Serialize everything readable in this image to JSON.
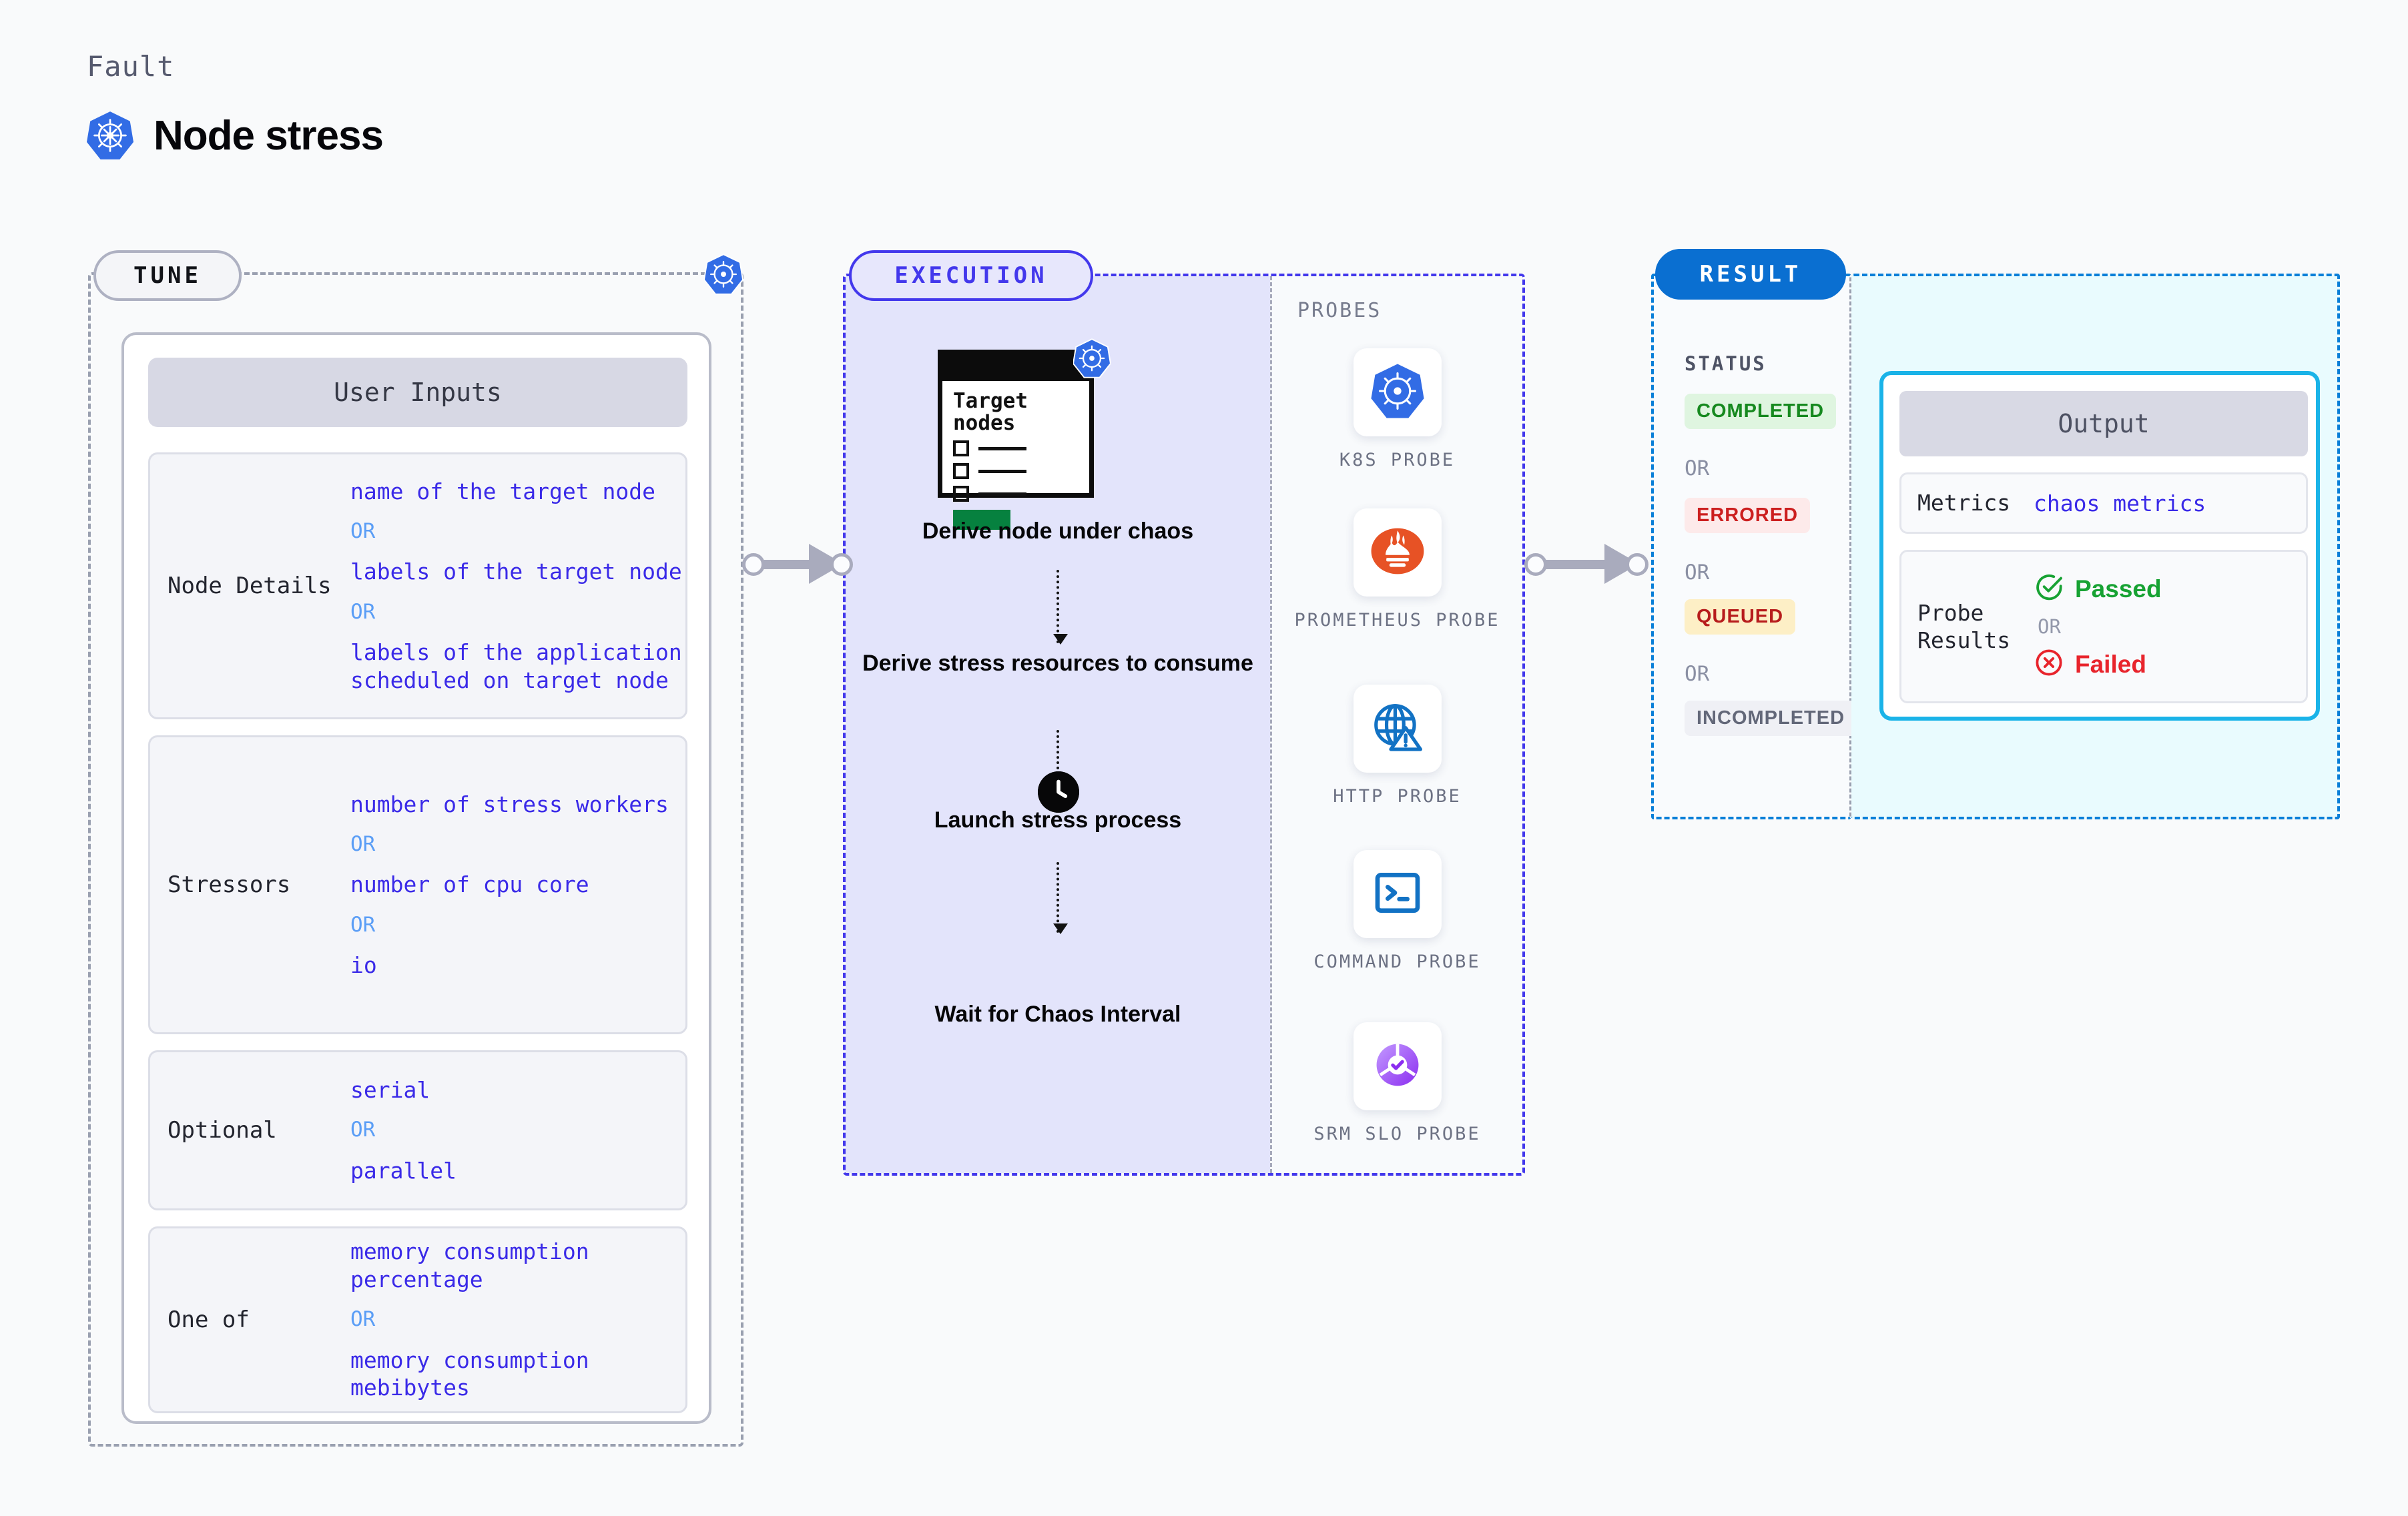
{
  "header": {
    "kicker": "Fault",
    "title": "Node stress",
    "icon": "kubernetes-logo"
  },
  "sections": {
    "tune": {
      "label": "TUNE",
      "badge_icon": "kubernetes-logo"
    },
    "execution": {
      "label": "EXECUTION"
    },
    "result": {
      "label": "RESULT"
    }
  },
  "tune": {
    "card_title": "User Inputs",
    "rows": [
      {
        "label": "Node Details",
        "values": [
          "name of the target node",
          "labels of the target node",
          "labels of the application\n scheduled on target node"
        ],
        "separator": "OR"
      },
      {
        "label": "Stressors",
        "values": [
          "number of stress workers",
          "number of cpu core",
          "io"
        ],
        "separator": "OR"
      },
      {
        "label": "Optional",
        "values": [
          "serial",
          "parallel"
        ],
        "separator": "OR"
      },
      {
        "label": "One of",
        "values": [
          "memory consumption percentage",
          "memory consumption mebibytes"
        ],
        "separator": "OR"
      }
    ]
  },
  "execution": {
    "card": {
      "title": "Target nodes",
      "badge_icon": "kubernetes-logo",
      "checkbox_rows": 3
    },
    "steps": [
      "Derive node under chaos",
      "Derive stress resources to consume",
      "Launch stress process",
      "Wait for Chaos Interval"
    ],
    "final_step_icon": "clock-icon",
    "probes_title": "PROBES",
    "probes": [
      {
        "name": "K8S  PROBE",
        "icon": "kubernetes-logo"
      },
      {
        "name": "PROMETHEUS PROBE",
        "icon": "prometheus-flame-icon"
      },
      {
        "name": "HTTP  PROBE",
        "icon": "globe-warning-icon"
      },
      {
        "name": "COMMAND PROBE",
        "icon": "terminal-icon"
      },
      {
        "name": "SRM SLO PROBE",
        "icon": "slo-donut-check-icon"
      }
    ]
  },
  "result": {
    "status_title": "STATUS",
    "separator": "OR",
    "statuses": [
      {
        "label": "COMPLETED",
        "text_color": "#16891f",
        "bg_color": "#dff5e0"
      },
      {
        "label": "ERRORED",
        "text_color": "#cc1f1f",
        "bg_color": "#fdeaea"
      },
      {
        "label": "QUEUED",
        "text_color": "#b71c1c",
        "bg_color": "#fdefc6"
      },
      {
        "label": "INCOMPLETED",
        "text_color": "#636879",
        "bg_color": "#eff0f5"
      }
    ],
    "output": {
      "title": "Output",
      "metrics_label": "Metrics",
      "metrics_value": "chaos metrics",
      "probe_results_label": "Probe Results",
      "passed_label": "Passed",
      "failed_label": "Failed",
      "separator": "OR",
      "passed_icon": "check-circle-icon",
      "failed_icon": "x-circle-icon"
    }
  },
  "colors": {
    "tune_accent": "#9aa0b0",
    "execution_accent": "#4338ec",
    "result_accent": "#0a7fd8",
    "value_blue": "#3a2ae8",
    "or_blue": "#5b9ef6",
    "k8s_blue": "#326ce5"
  }
}
